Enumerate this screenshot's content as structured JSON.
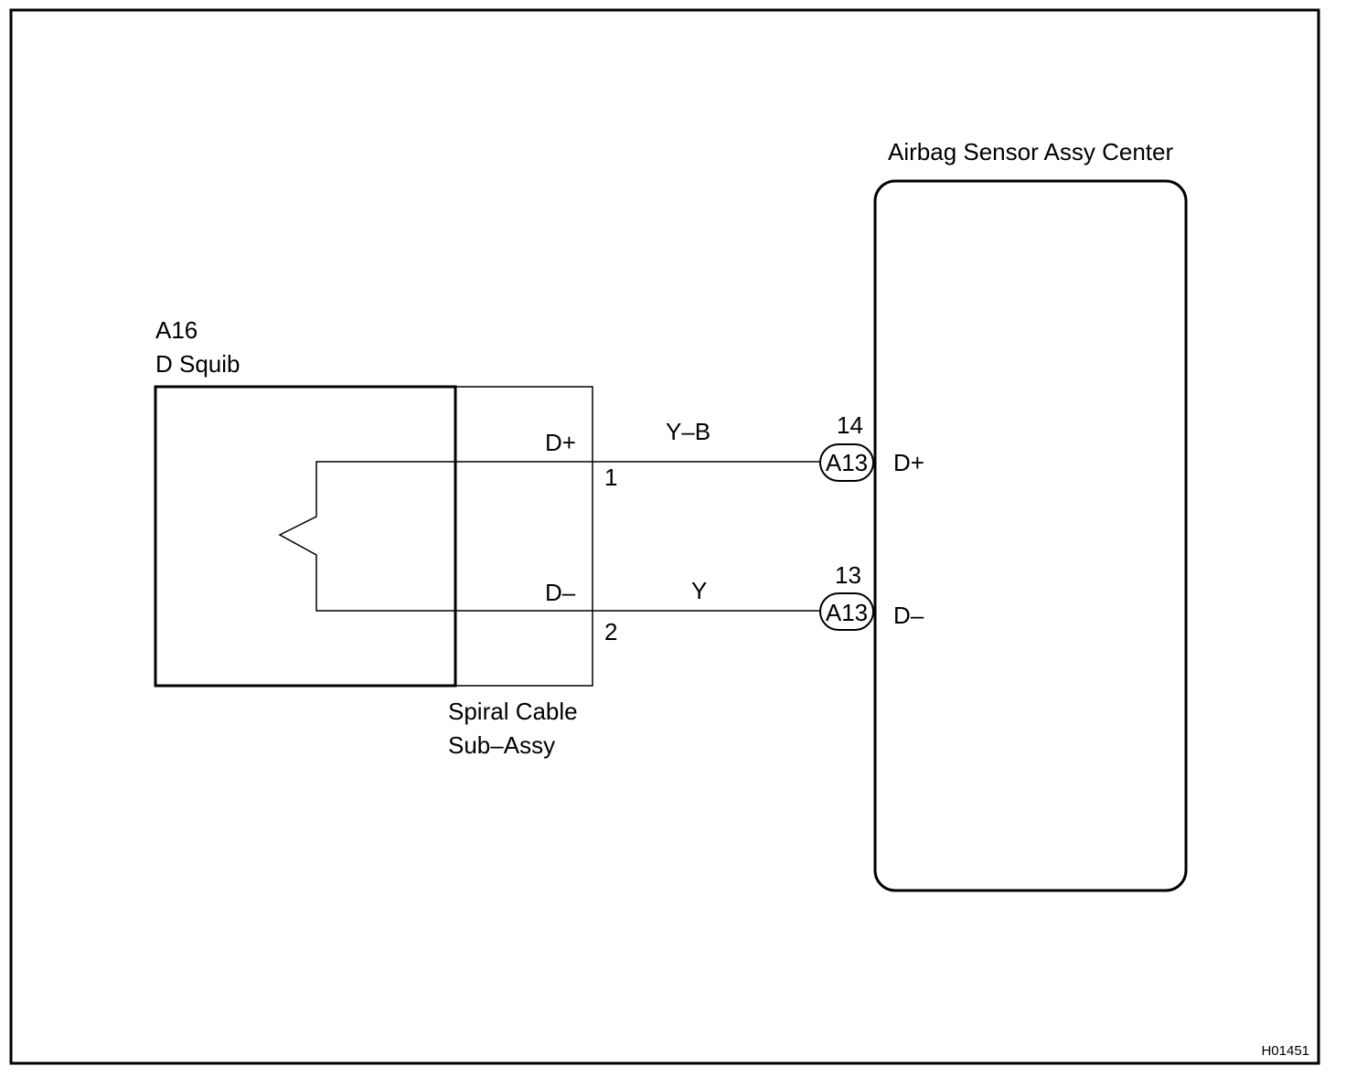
{
  "squib": {
    "code": "A16",
    "name": "D Squib"
  },
  "spiral_cable": {
    "line1": "Spiral Cable",
    "line2": "Sub–Assy"
  },
  "sensor": {
    "name": "Airbag Sensor Assy Center"
  },
  "circuits": {
    "plus": {
      "pin_label": "D+",
      "pin_number": "1",
      "wire_color": "Y–B",
      "connector_pin": "14",
      "connector": "A13",
      "terminal": "D+"
    },
    "minus": {
      "pin_label": "D–",
      "pin_number": "2",
      "wire_color": "Y",
      "connector_pin": "13",
      "connector": "A13",
      "terminal": "D–"
    }
  },
  "figure_code": "H01451"
}
